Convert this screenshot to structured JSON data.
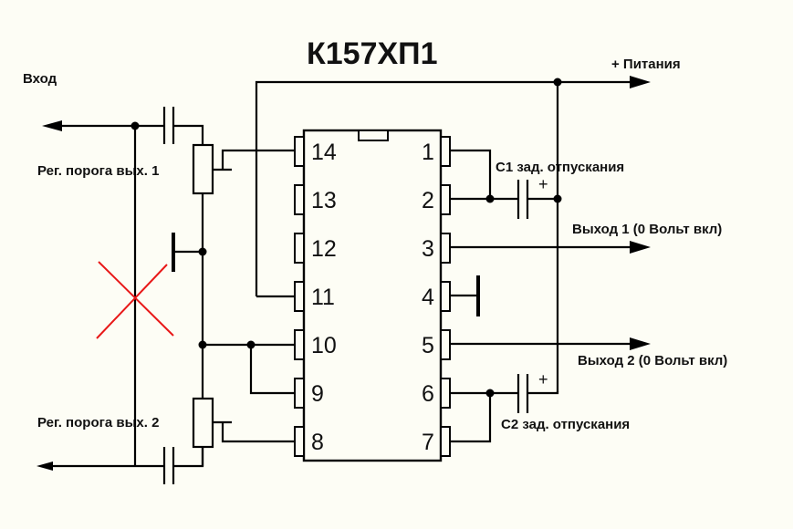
{
  "title": "К157ХП1",
  "labels": {
    "input": "Вход",
    "power": "+ Питания",
    "threshold1": "Рег. порога вых. 1",
    "threshold2": "Рег. порога вых. 2",
    "c1": "С1 зад. отпускания",
    "c2": "С2 зад. отпускания",
    "out1": "Выход 1 (0 Вольт вкл)",
    "out2": "Выход 2 (0 Вольт вкл)",
    "plus": "+"
  },
  "chip": {
    "left_pins": [
      "14",
      "13",
      "12",
      "11",
      "10",
      "9",
      "8"
    ],
    "right_pins": [
      "1",
      "2",
      "3",
      "4",
      "5",
      "6",
      "7"
    ]
  },
  "colors": {
    "wire": "#000000",
    "cross": "#e81818",
    "background": "#fdfdf5"
  }
}
